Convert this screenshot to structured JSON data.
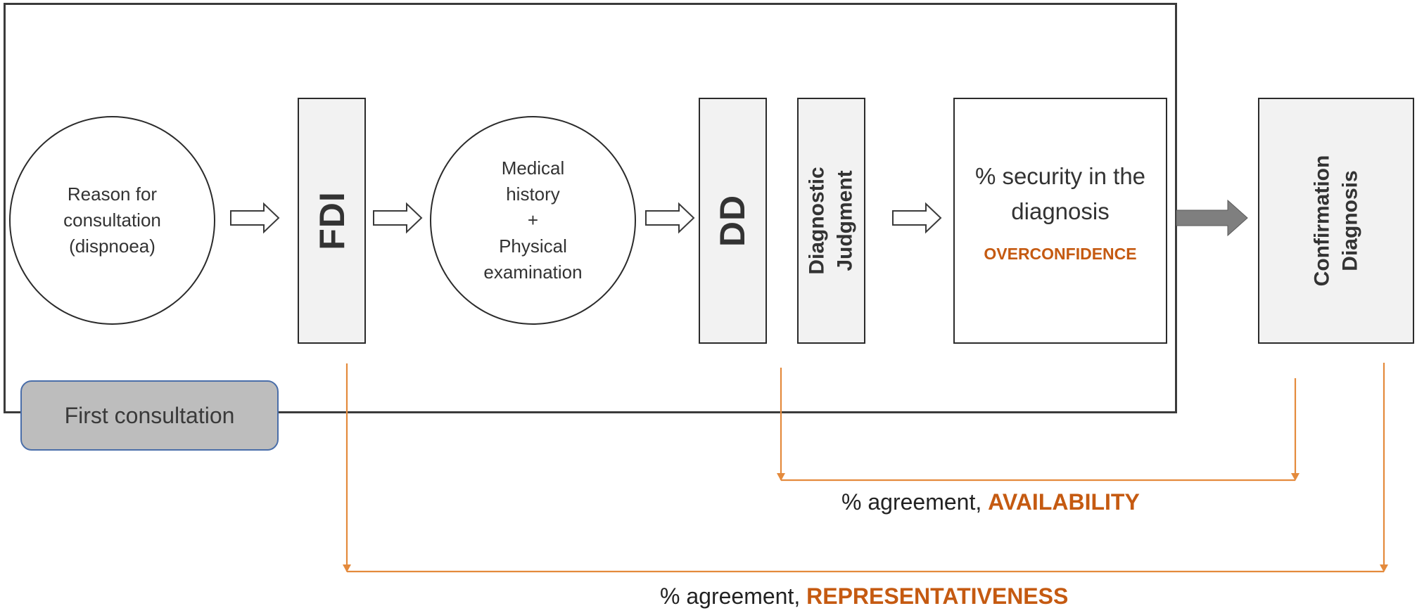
{
  "nodes": {
    "reason": [
      "Reason for",
      "consultation",
      "(dispnoea)"
    ],
    "fdi": "FDI",
    "history": [
      "Medical",
      "history",
      "+",
      "Physical",
      "examination"
    ],
    "dd": "DD",
    "judgment": [
      "Diagnostic",
      "Judgment"
    ],
    "security": [
      "% security in the",
      "diagnosis"
    ],
    "overconfidence": "OVERCONFIDENCE",
    "confirmation": [
      "Confirmation",
      "Diagnosis"
    ]
  },
  "group_label": "First consultation",
  "agreements": {
    "availability": {
      "prefix": "% agreement, ",
      "bias": "AVAILABILITY"
    },
    "representativeness": {
      "prefix": "% agreement, ",
      "bias": "REPRESENTATIVENESS"
    }
  },
  "colors": {
    "accent": "#c55a11",
    "arrow_fill": "#7f7f7f",
    "box_fill": "#f2f2f2",
    "group_fill": "#bdbdbd",
    "group_border": "#4a6ea9"
  }
}
